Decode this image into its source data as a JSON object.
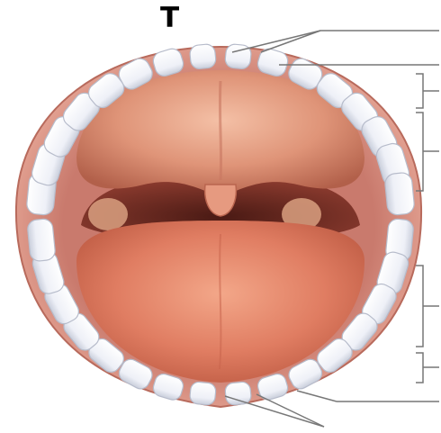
{
  "diagram": {
    "label": "T",
    "colors": {
      "gum": "#c97a6d",
      "gum_dark": "#a95548",
      "gum_outer": "#e7a898",
      "palate": "#d98a72",
      "palate_light": "#f2b49a",
      "throat": "#7a2f26",
      "throat_dark": "#4a1a14",
      "tongue": "#e07d62",
      "tongue_light": "#f3a789",
      "tooth": "#f3f5fb",
      "tooth_shade": "#c9cedb",
      "leader_line": "#777777",
      "background": "#ffffff"
    },
    "teeth_upper_count": 16,
    "teeth_lower_count": 16
  }
}
